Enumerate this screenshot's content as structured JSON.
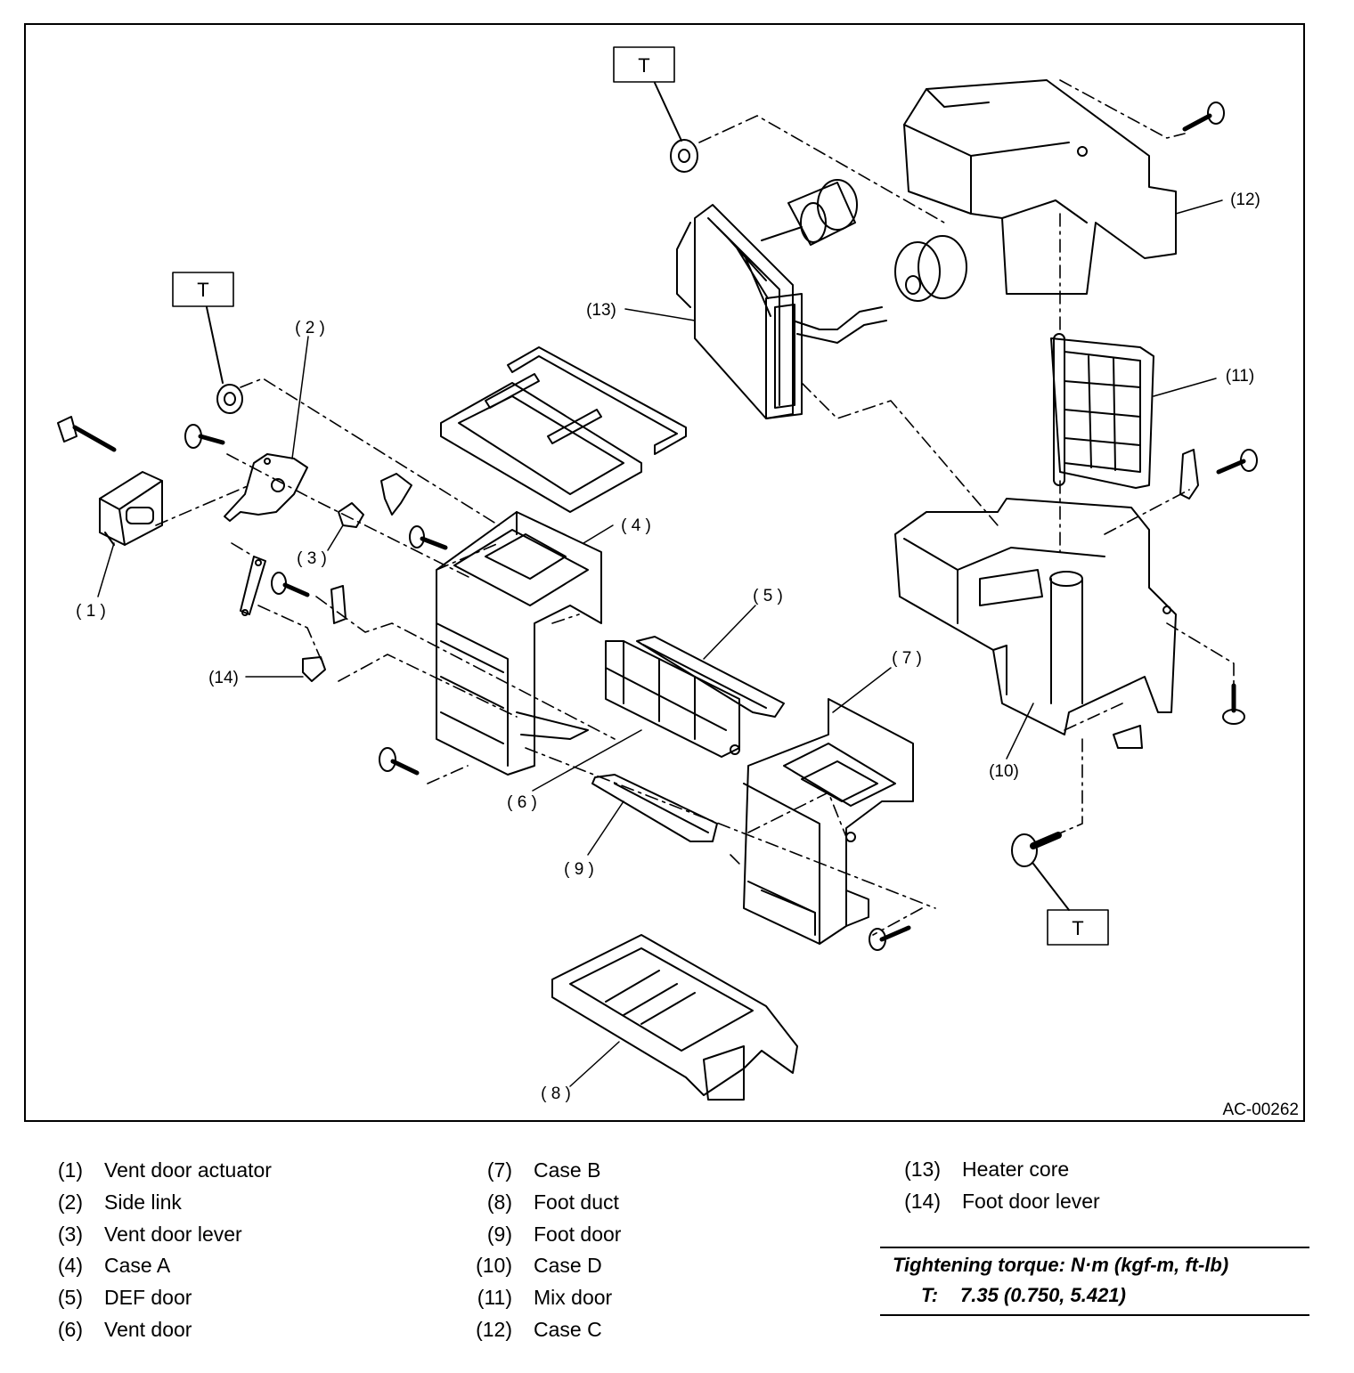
{
  "diagram": {
    "code": "AC-00262",
    "torque_marker": "T",
    "callouts": {
      "c1": "( 1 )",
      "c2": "( 2 )",
      "c3": "( 3 )",
      "c4": "( 4 )",
      "c5": "( 5 )",
      "c6": "( 6 )",
      "c7": "( 7 )",
      "c8": "( 8 )",
      "c9": "( 9 )",
      "c10": "(10)",
      "c11": "(11)",
      "c12": "(12)",
      "c13": "(13)",
      "c14": "(14)"
    }
  },
  "legend": [
    {
      "num": "(1)",
      "name": "Vent door actuator"
    },
    {
      "num": "(2)",
      "name": "Side link"
    },
    {
      "num": "(3)",
      "name": "Vent door lever"
    },
    {
      "num": "(4)",
      "name": "Case A"
    },
    {
      "num": "(5)",
      "name": "DEF door"
    },
    {
      "num": "(6)",
      "name": "Vent door"
    },
    {
      "num": "(7)",
      "name": "Case B"
    },
    {
      "num": "(8)",
      "name": "Foot duct"
    },
    {
      "num": "(9)",
      "name": "Foot door"
    },
    {
      "num": "(10)",
      "name": "Case D"
    },
    {
      "num": "(11)",
      "name": "Mix door"
    },
    {
      "num": "(12)",
      "name": "Case C"
    },
    {
      "num": "(13)",
      "name": "Heater core"
    },
    {
      "num": "(14)",
      "name": "Foot door lever"
    }
  ],
  "torque": {
    "title": "Tightening torque: N·m (kgf-m, ft-lb)",
    "label": "T:",
    "value": "7.35 (0.750, 5.421)"
  }
}
